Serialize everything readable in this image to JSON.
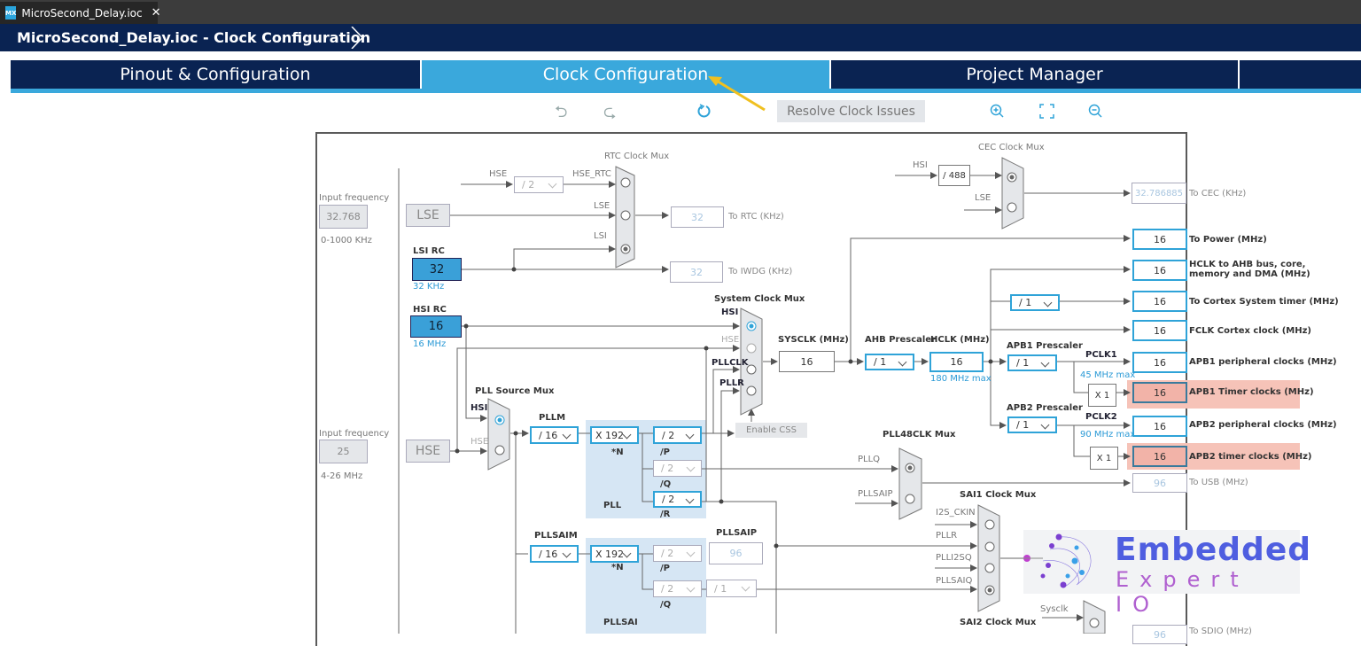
{
  "window": {
    "file_tab": "MicroSecond_Delay.ioc",
    "app_badge": "MX",
    "breadcrumb": "MicroSecond_Delay.ioc - Clock Configuration"
  },
  "tabs": [
    {
      "label": "Pinout & Configuration"
    },
    {
      "label": "Clock Configuration",
      "active": true
    },
    {
      "label": "Project Manager"
    },
    {
      "label": ""
    }
  ],
  "toolbar": {
    "undo": "undo-icon",
    "redo": "redo-icon",
    "refresh": "refresh-icon",
    "resolve": "Resolve Clock Issues",
    "zoom_in": "zoom-in-icon",
    "fit": "fit-icon",
    "zoom_out": "zoom-out-icon"
  },
  "colors": {
    "navy": "#0a2352",
    "accent": "#3aa8dc",
    "timer_highlight": "#f6c3b8"
  },
  "lse": {
    "input_label": "Input frequency",
    "input_value": "32.768",
    "range": "0-1000 KHz",
    "name": "LSE"
  },
  "lsi": {
    "title": "LSI RC",
    "value": "32",
    "freq": "32 KHz"
  },
  "hsi": {
    "title": "HSI RC",
    "value": "16",
    "freq": "16 MHz"
  },
  "hse": {
    "input_label": "Input frequency",
    "input_value": "25",
    "range": "4-26 MHz",
    "name": "HSE"
  },
  "rtc": {
    "title": "RTC Clock Mux",
    "hse": "HSE",
    "div": "/ 2",
    "hse_rtc": "HSE_RTC",
    "lse": "LSE",
    "lsi": "LSI",
    "rtc_value": "32",
    "rtc_label": "To RTC (KHz)",
    "iwdg_value": "32",
    "iwdg_label": "To IWDG (KHz)"
  },
  "cec": {
    "title": "CEC Clock Mux",
    "hsi": "HSI",
    "div": "/ 488",
    "lse": "LSE",
    "value": "32.786885",
    "label": "To CEC (KHz)"
  },
  "sysmux": {
    "title": "System Clock Mux",
    "hsi": "HSI",
    "hse": "HSE",
    "pllclk": "PLLCLK",
    "pllr": "PLLR",
    "css": "Enable CSS",
    "sysclk_label": "SYSCLK (MHz)",
    "sysclk": "16"
  },
  "ahb": {
    "label": "AHB Prescaler",
    "value": "/ 1",
    "hclk_label": "HCLK (MHz)",
    "hclk": "16",
    "max": "180 MHz max",
    "cortex_div": "/ 1"
  },
  "apb1": {
    "label": "APB1 Prescaler",
    "value": "/ 1",
    "pclk": "PCLK1",
    "max": "45 MHz max",
    "mult": "X 1"
  },
  "apb2": {
    "label": "APB2 Prescaler",
    "value": "/ 1",
    "pclk": "PCLK2",
    "max": "90 MHz max",
    "mult": "X 1"
  },
  "outputs": [
    {
      "value": "16",
      "label": "To Power (MHz)"
    },
    {
      "value": "16",
      "label": "HCLK to AHB bus, core, memory and DMA (MHz)"
    },
    {
      "value": "16",
      "label": "To Cortex System timer (MHz)"
    },
    {
      "value": "16",
      "label": "FCLK Cortex clock (MHz)"
    },
    {
      "value": "16",
      "label": "APB1 peripheral clocks (MHz)"
    },
    {
      "value": "16",
      "label": "APB1 Timer clocks (MHz)"
    },
    {
      "value": "16",
      "label": "APB2 peripheral clocks (MHz)"
    },
    {
      "value": "16",
      "label": "APB2 timer clocks (MHz)"
    },
    {
      "value": "96",
      "label": "To USB (MHz)"
    },
    {
      "value": "96",
      "label": "To SDIO (MHz)"
    }
  ],
  "pllsrc": {
    "title": "PLL Source Mux",
    "hsi": "HSI",
    "hse": "HSE"
  },
  "pll": {
    "m_label": "PLLM",
    "m": "/ 16",
    "n": "X 192",
    "n_label": "*N",
    "p": "/ 2",
    "p_label": "/P",
    "q": "/ 2",
    "q_label": "/Q",
    "r": "/ 2",
    "r_label": "/R",
    "name": "PLL"
  },
  "pllsai": {
    "m_label": "PLLSAIM",
    "m": "/ 16",
    "n": "X 192",
    "n_label": "*N",
    "p": "/ 2",
    "p_label": "/P",
    "p_out_label": "PLLSAIP",
    "p_out": "96",
    "q": "/ 2",
    "q_label": "/Q",
    "q_div": "/ 1",
    "name": "PLLSAI"
  },
  "pll48": {
    "title": "PLL48CLK Mux",
    "pllq": "PLLQ",
    "pllsaip": "PLLSAIP"
  },
  "sai1": {
    "title": "SAI1 Clock Mux",
    "in": [
      "I2S_CKIN",
      "PLLR",
      "PLLI2SQ",
      "PLLSAIQ"
    ]
  },
  "sai2": {
    "title": "SAI2 Clock Mux",
    "sysclk": "Sysclk"
  },
  "logo": {
    "line1": "Embedded",
    "line2": "Expert IO"
  }
}
